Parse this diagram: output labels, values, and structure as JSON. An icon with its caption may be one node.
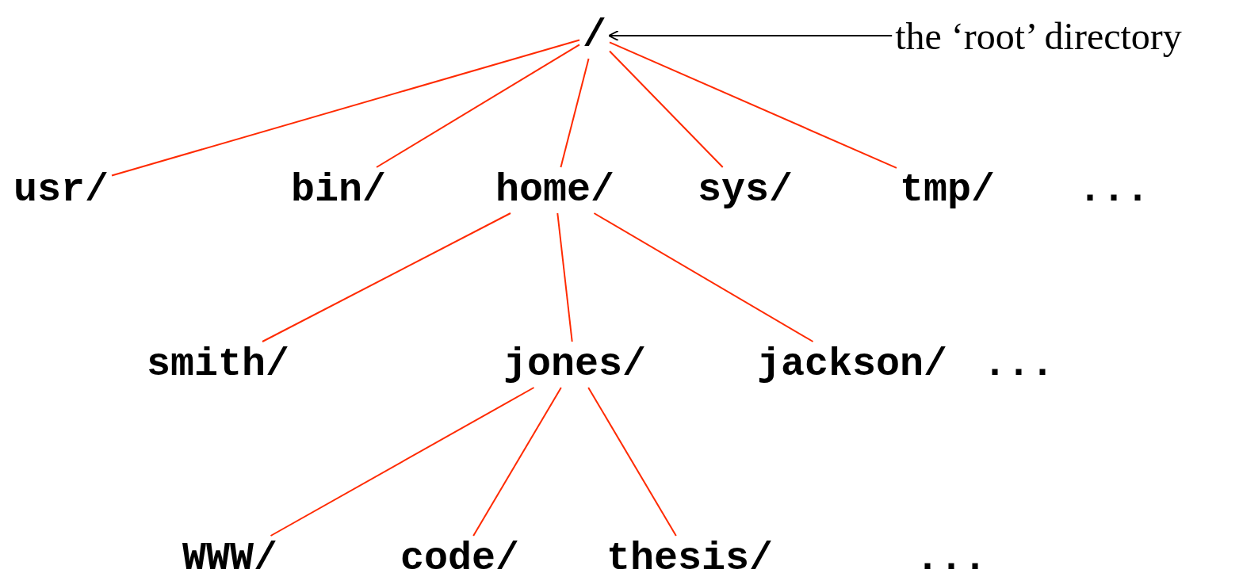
{
  "diagram": {
    "nodes": [
      {
        "text": [
          "/"
        ]
      },
      {
        "text": [
          "usr/"
        ]
      },
      {
        "text": [
          "bin/"
        ]
      },
      {
        "text": [
          "home/"
        ]
      },
      {
        "text": [
          "sys/"
        ]
      },
      {
        "text": [
          "tmp/"
        ]
      },
      {
        "text": [
          "smith/"
        ]
      },
      {
        "text": [
          "jones/"
        ]
      },
      {
        "text": [
          "jackson/"
        ]
      },
      {
        "text": [
          "WWW/"
        ]
      },
      {
        "text": [
          "code/"
        ]
      },
      {
        "text": [
          "thesis/"
        ]
      },
      {
        "text": [
          "the ‘root’ directory"
        ]
      }
    ],
    "edges": [
      {
        "from": 0,
        "to": 1,
        "arrow": "none"
      },
      {
        "from": 0,
        "to": 2,
        "arrow": "none"
      },
      {
        "from": 0,
        "to": 3,
        "arrow": "none"
      },
      {
        "from": 0,
        "to": 4,
        "arrow": "none"
      },
      {
        "from": 0,
        "to": 5,
        "arrow": "none"
      },
      {
        "from": 3,
        "to": 6,
        "arrow": "none"
      },
      {
        "from": 3,
        "to": 7,
        "arrow": "none"
      },
      {
        "from": 3,
        "to": 8,
        "arrow": "none"
      },
      {
        "from": 7,
        "to": 9,
        "arrow": "none"
      },
      {
        "from": 7,
        "to": 10,
        "arrow": "none"
      },
      {
        "from": 7,
        "to": 11,
        "arrow": "none"
      },
      {
        "from": 12,
        "to": 0,
        "arrow": "to",
        "color": "#000000"
      }
    ],
    "labels": [
      "...",
      "...",
      "..."
    ]
  }
}
